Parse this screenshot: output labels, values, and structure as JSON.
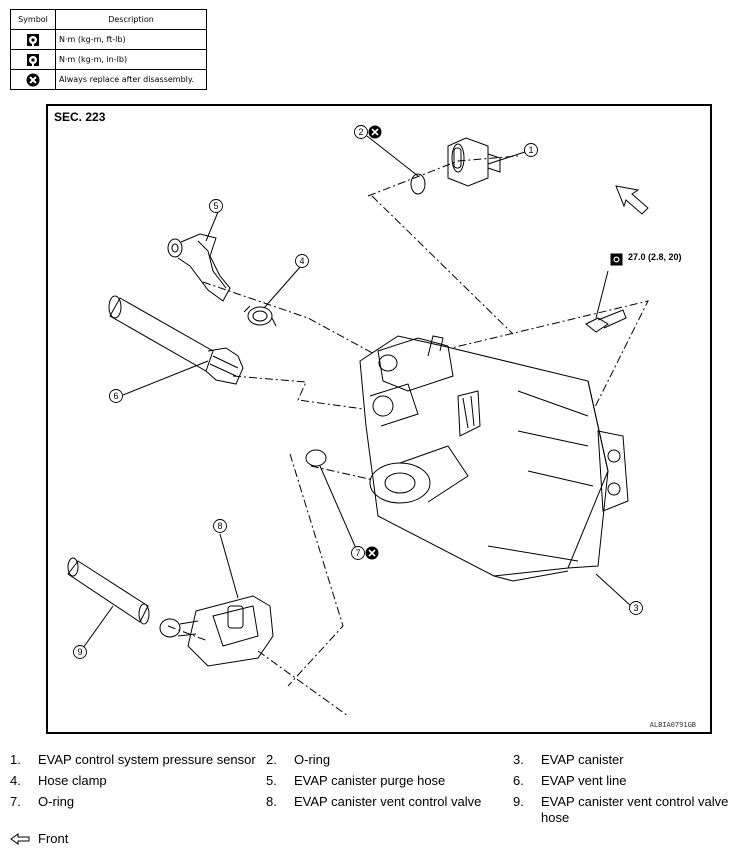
{
  "symbol_table": {
    "header_symbol": "Symbol",
    "header_description": "Description",
    "rows": [
      {
        "icon": "torque-wrench-icon",
        "description": "N·m (kg-m, ft-lb)"
      },
      {
        "icon": "torque-wrench-small-icon",
        "description": "N·m (kg-m, in-lb)"
      },
      {
        "icon": "always-replace-icon",
        "description": "Always replace after disassembly."
      }
    ]
  },
  "diagram": {
    "section": "SEC. 223",
    "figure_code": "ALBIA0791GB",
    "torque_value": "27.0 (2.8, 20)",
    "callouts": [
      "1",
      "2",
      "3",
      "4",
      "5",
      "6",
      "7",
      "8",
      "9"
    ]
  },
  "legend": [
    {
      "num": "1.",
      "text": "EVAP control system pressure sensor"
    },
    {
      "num": "2.",
      "text": "O-ring"
    },
    {
      "num": "3.",
      "text": "EVAP canister"
    },
    {
      "num": "4.",
      "text": "Hose clamp"
    },
    {
      "num": "5.",
      "text": "EVAP canister purge hose"
    },
    {
      "num": "6.",
      "text": "EVAP vent line"
    },
    {
      "num": "7.",
      "text": "O-ring"
    },
    {
      "num": "8.",
      "text": "EVAP canister vent control valve"
    },
    {
      "num": "9.",
      "text": "EVAP canister vent control valve hose"
    }
  ],
  "front_label": "Front"
}
